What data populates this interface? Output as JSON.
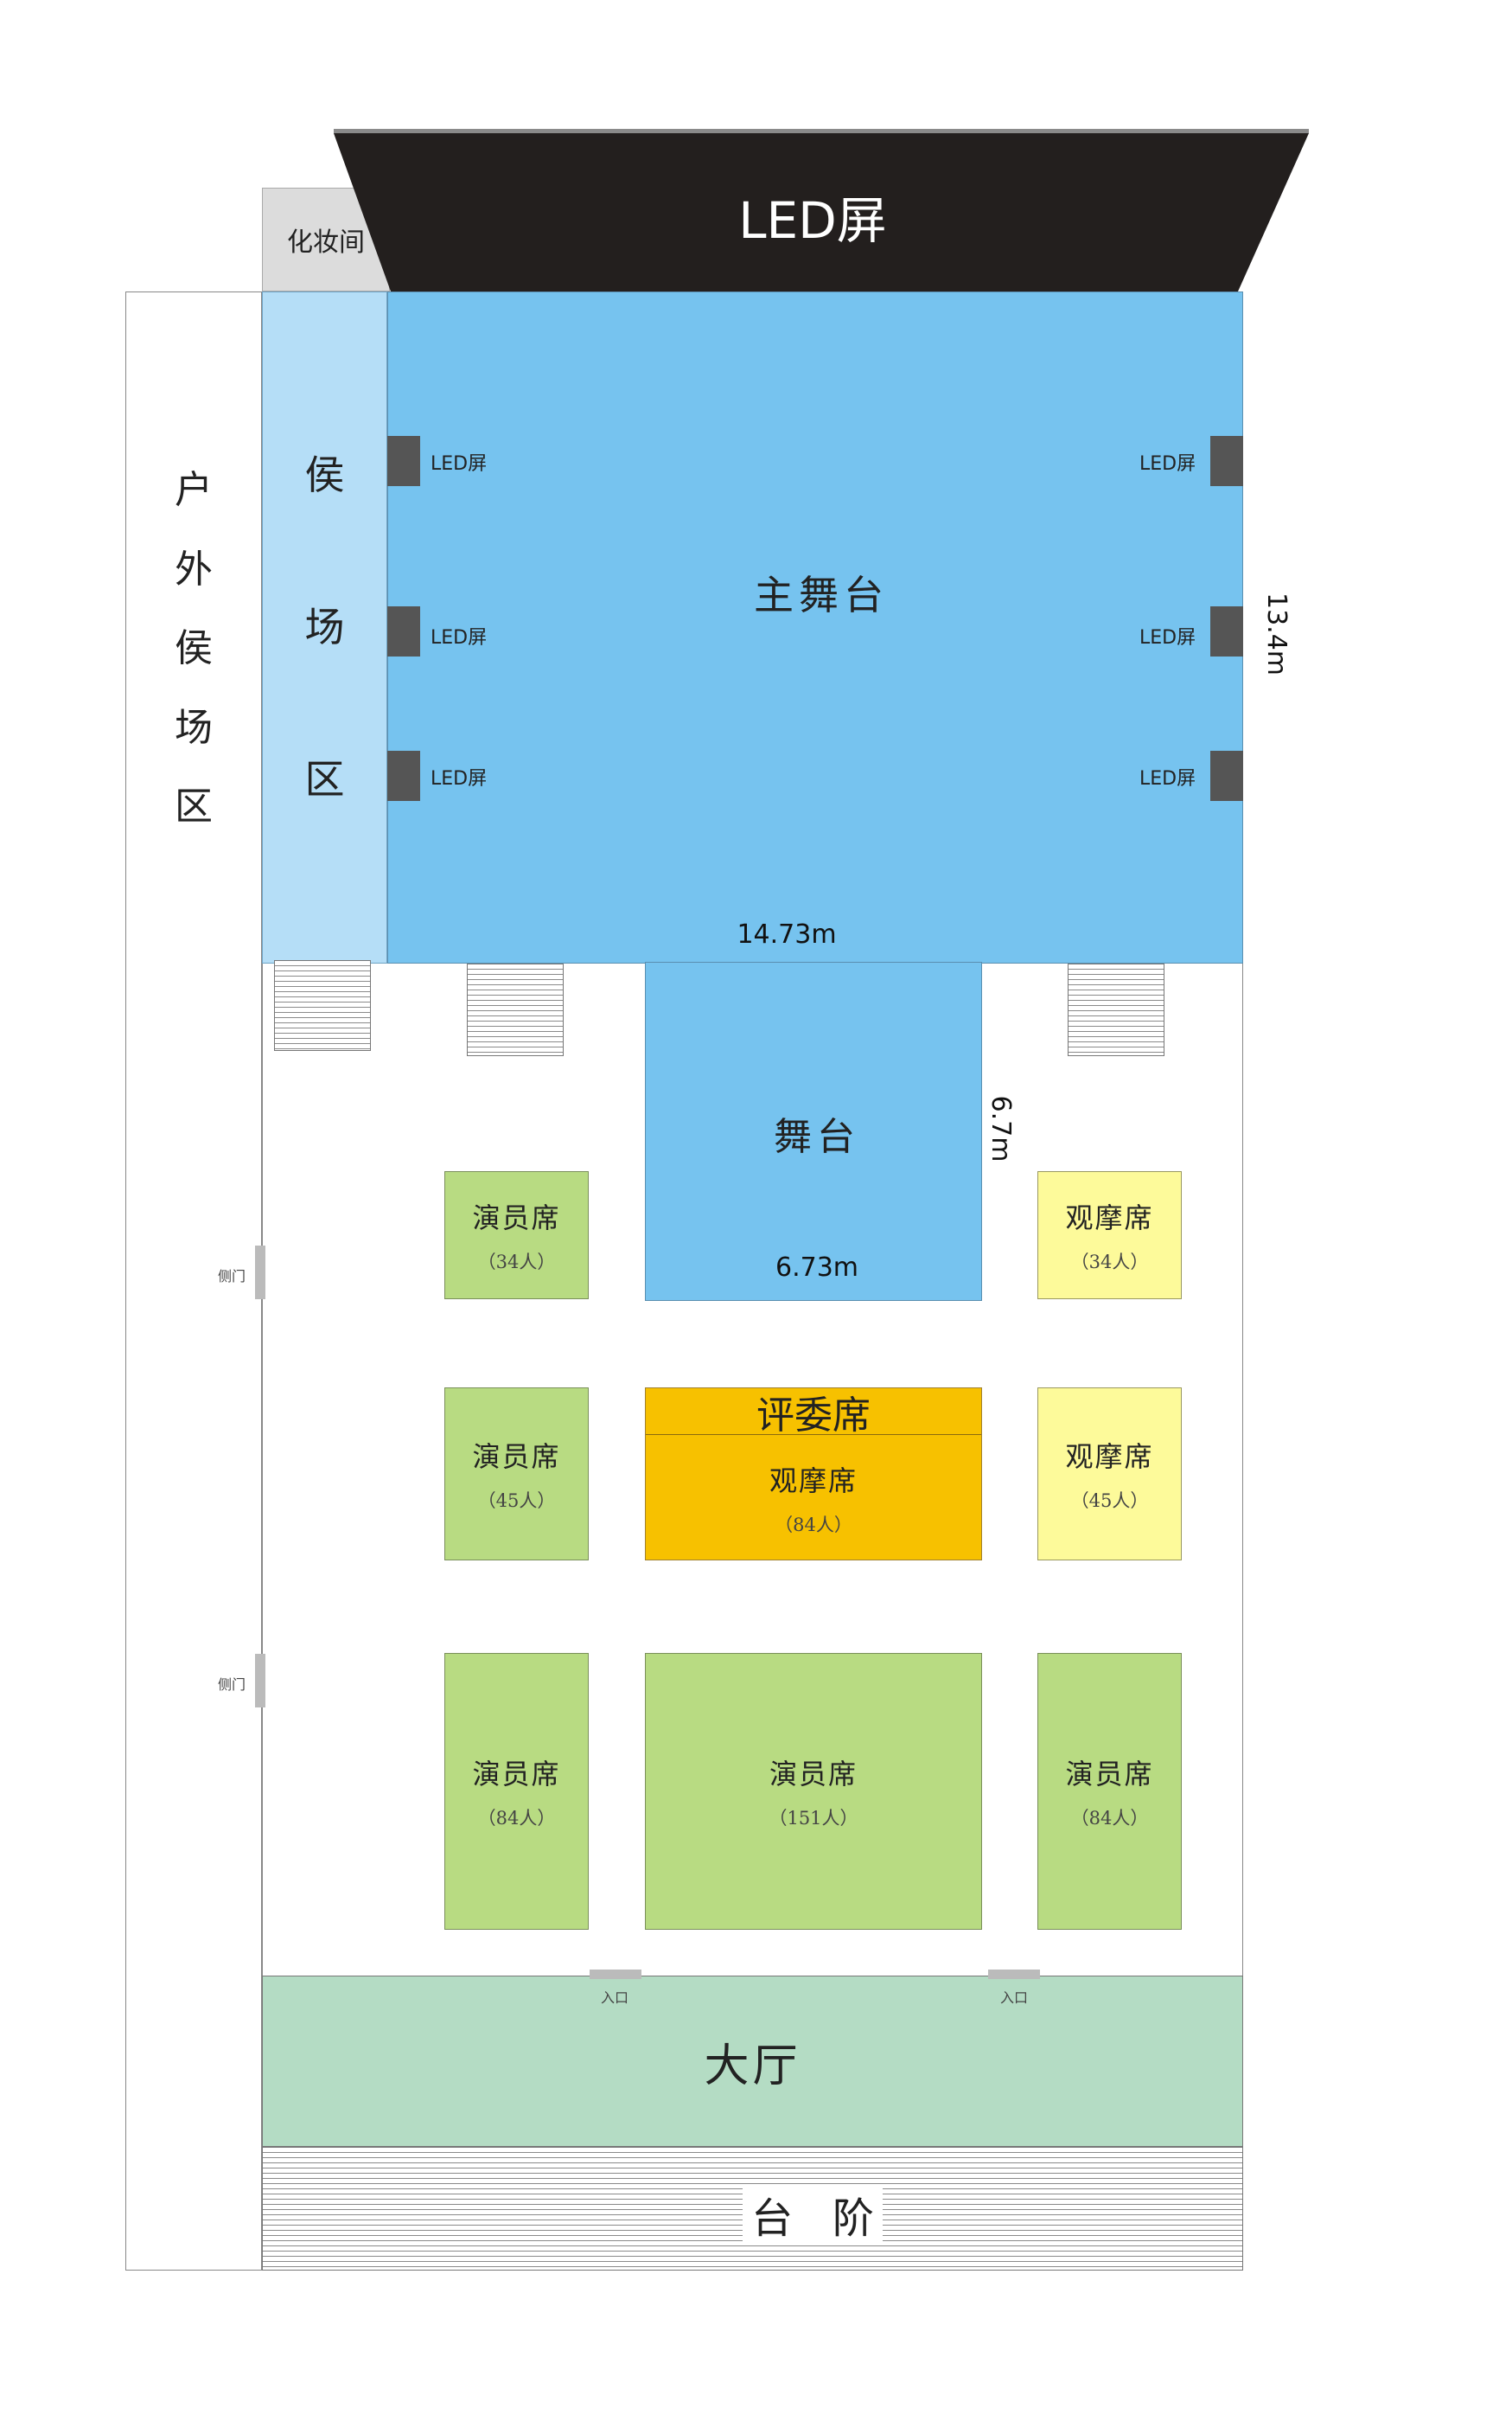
{
  "led_screen_top": "LED屏",
  "dressing_room": "化妆间",
  "outdoor_waiting": [
    "户",
    "外",
    "侯",
    "场",
    "区"
  ],
  "waiting_area": [
    "侯",
    "场",
    "区"
  ],
  "main_stage": {
    "label": "主舞台",
    "width": "14.73m",
    "depth": "13.4m"
  },
  "side_led_label": "LED屏",
  "stage": {
    "label": "舞台",
    "width": "6.73m",
    "depth": "6.7m"
  },
  "seating": {
    "row1_left": {
      "title": "演员席",
      "count": "（34人）"
    },
    "row1_right": {
      "title": "观摩席",
      "count": "（34人）"
    },
    "judges": {
      "title": "评委席",
      "subtitle": "观摩席",
      "count": "（84人）"
    },
    "row2_left": {
      "title": "演员席",
      "count": "（45人）"
    },
    "row2_right": {
      "title": "观摩席",
      "count": "（45人）"
    },
    "row3_left": {
      "title": "演员席",
      "count": "（84人）"
    },
    "row3_center": {
      "title": "演员席",
      "count": "（151人）"
    },
    "row3_right": {
      "title": "演员席",
      "count": "（84人）"
    }
  },
  "side_door": "侧门",
  "entrance": "入口",
  "hall": "大厅",
  "steps": "台   阶",
  "colors": {
    "stage_blue": "#76c3ef",
    "waiting_blue": "#b5def7",
    "led_black": "#231f1e",
    "actor_green": "#b8db82",
    "observer_yellow": "#fdfa9a",
    "judge_orange": "#f7c100",
    "hall_green": "#b4dcc4",
    "dressing_gray": "#dcdcdc"
  }
}
